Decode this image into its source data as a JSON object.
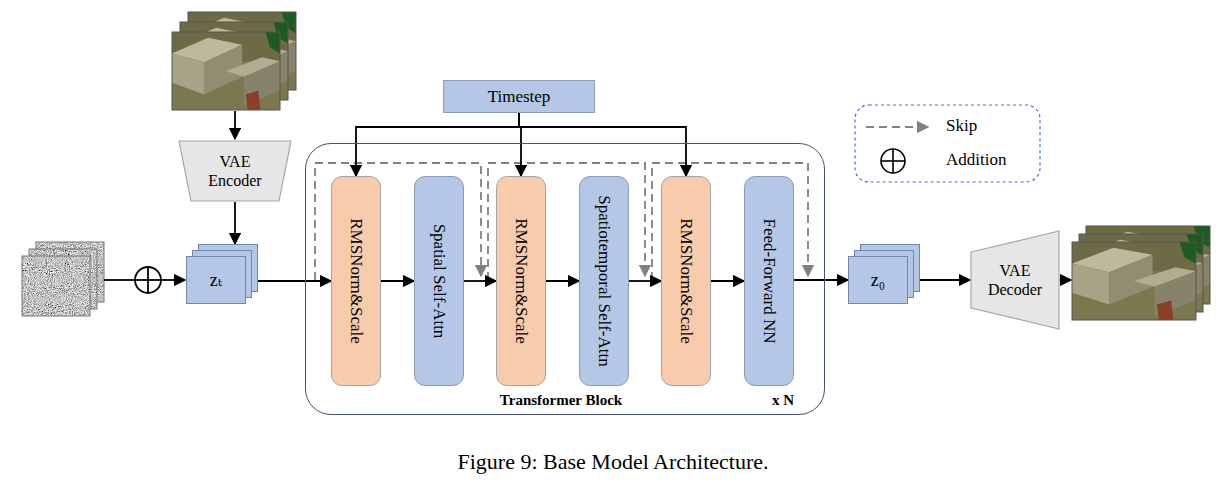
{
  "diagram": {
    "caption": "Figure 9: Base Model Architecture.",
    "nodes": [
      {
        "text": [
          "VAE Encoder"
        ]
      },
      {
        "text": [
          "zₜ"
        ]
      },
      {
        "text": [
          "Timestep"
        ]
      },
      {
        "text": [
          "Transformer Block",
          "x N"
        ]
      },
      {
        "text": [
          "RMSNorm&Scale"
        ],
        "in": 3
      },
      {
        "text": [
          "Spatial Self-Attn"
        ],
        "in": 3
      },
      {
        "text": [
          "RMSNorm&Scale"
        ],
        "in": 3
      },
      {
        "text": [
          "Spatiotemporal Self-Attn"
        ],
        "in": 3
      },
      {
        "text": [
          "RMSNorm&Scale"
        ],
        "in": 3
      },
      {
        "text": [
          "Feed-Forward NN"
        ],
        "in": 3
      },
      {
        "text": [
          "z₀"
        ]
      },
      {
        "text": [
          "VAE Decoder"
        ]
      }
    ],
    "edges": [
      {
        "from": 0,
        "to": 1,
        "arrow": "to"
      },
      {
        "from": 1,
        "to": 4,
        "arrow": "to"
      },
      {
        "from": 2,
        "to": 4,
        "arrow": "to"
      },
      {
        "from": 2,
        "to": 6,
        "arrow": "to"
      },
      {
        "from": 2,
        "to": 8,
        "arrow": "to"
      },
      {
        "from": 4,
        "to": 5,
        "arrow": "to"
      },
      {
        "from": 5,
        "to": 6,
        "arrow": "to"
      },
      {
        "from": 6,
        "to": 7,
        "arrow": "to"
      },
      {
        "from": 7,
        "to": 8,
        "arrow": "to"
      },
      {
        "from": 8,
        "to": 9,
        "arrow": "to"
      },
      {
        "from": 9,
        "to": 10,
        "arrow": "to"
      },
      {
        "from": 10,
        "to": 11,
        "arrow": "to"
      }
    ],
    "legend": [
      {
        "text": "Skip"
      },
      {
        "text": "Addition"
      }
    ]
  }
}
